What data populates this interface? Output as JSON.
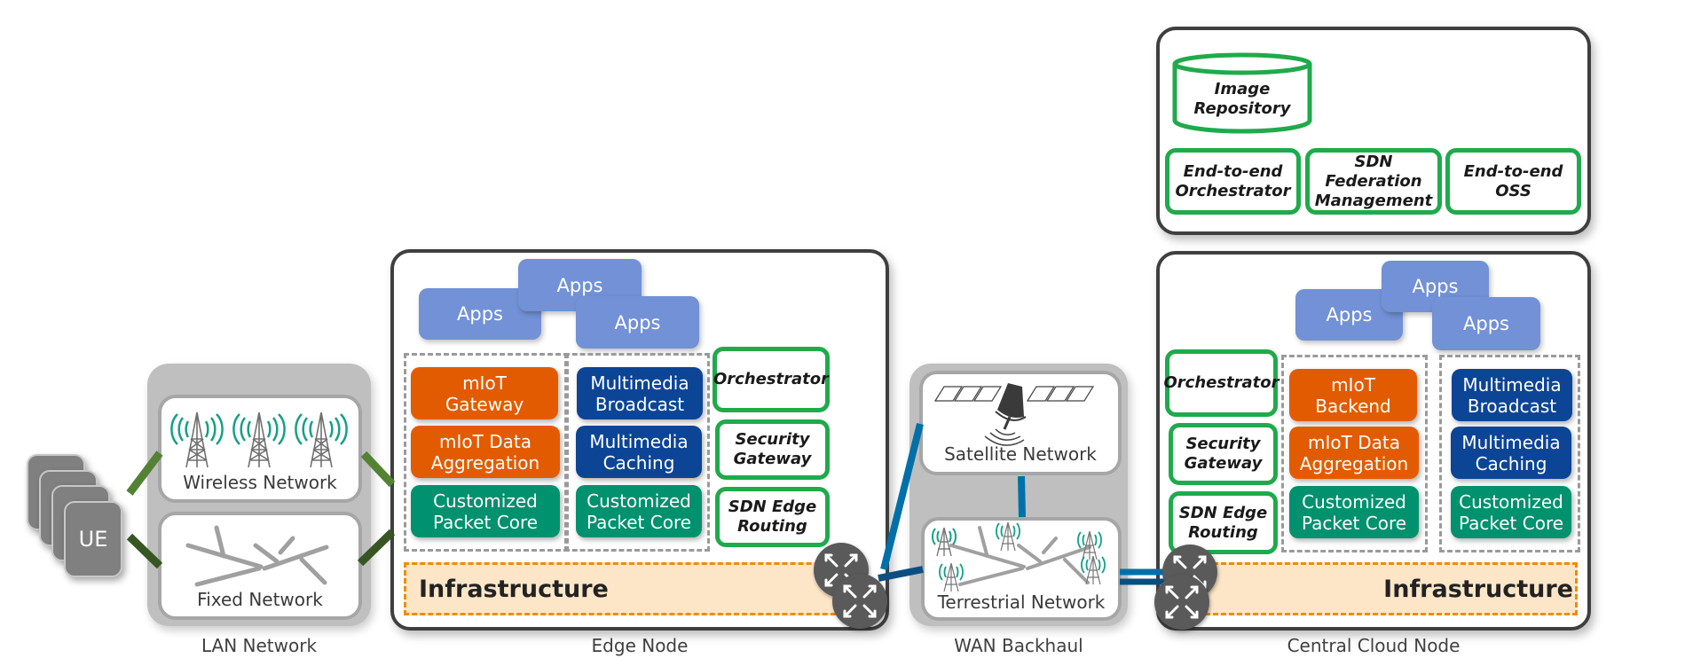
{
  "ue": {
    "label": "UE",
    "count": 4
  },
  "lan": {
    "caption": "LAN Network",
    "wireless_label": "Wireless Network",
    "fixed_label": "Fixed Network"
  },
  "edge_node": {
    "caption": "Edge Node",
    "apps": [
      "Apps",
      "Apps",
      "Apps"
    ],
    "miot_stack": [
      "mIoT\nGateway",
      "mIoT Data\nAggregation",
      "Customized\nPacket Core"
    ],
    "multimedia_stack": [
      "Multimedia\nBroadcast",
      "Multimedia\nCaching",
      "Customized\nPacket Core"
    ],
    "control": [
      "Orchestrator",
      "Security\nGateway",
      "SDN Edge\nRouting"
    ],
    "infrastructure_label": "Infrastructure"
  },
  "wan": {
    "caption": "WAN Backhaul",
    "satellite_label": "Satellite Network",
    "terrestrial_label": "Terrestrial Network"
  },
  "management": {
    "repository_label": "Image\nRepository",
    "items": [
      "End-to-end\nOrchestrator",
      "SDN Federation\nManagement",
      "End-to-end OSS"
    ]
  },
  "central_cloud": {
    "caption": "Central Cloud Node",
    "apps": [
      "Apps",
      "Apps",
      "Apps"
    ],
    "control": [
      "Orchestrator",
      "Security\nGateway",
      "SDN Edge\nRouting"
    ],
    "miot_stack": [
      "mIoT\nBackend",
      "mIoT Data\nAggregation",
      "Customized\nPacket Core"
    ],
    "multimedia_stack": [
      "Multimedia\nBroadcast",
      "Multimedia\nCaching",
      "Customized\nPacket Core"
    ],
    "infrastructure_label": "Infrastructure"
  },
  "colors": {
    "miot": "#e35b00",
    "multimedia": "#0c4596",
    "packet_core": "#00916e",
    "apps": "#7291d6",
    "management_border": "#1faa4b",
    "infrastructure_fill": "#fde6c8",
    "infrastructure_border": "#f08c00",
    "lan_link_light": "#548235",
    "lan_link_dark": "#375623",
    "wan_link": "#0070a8",
    "wan_link_dark": "#0b4f80",
    "signal": "#14a084"
  }
}
